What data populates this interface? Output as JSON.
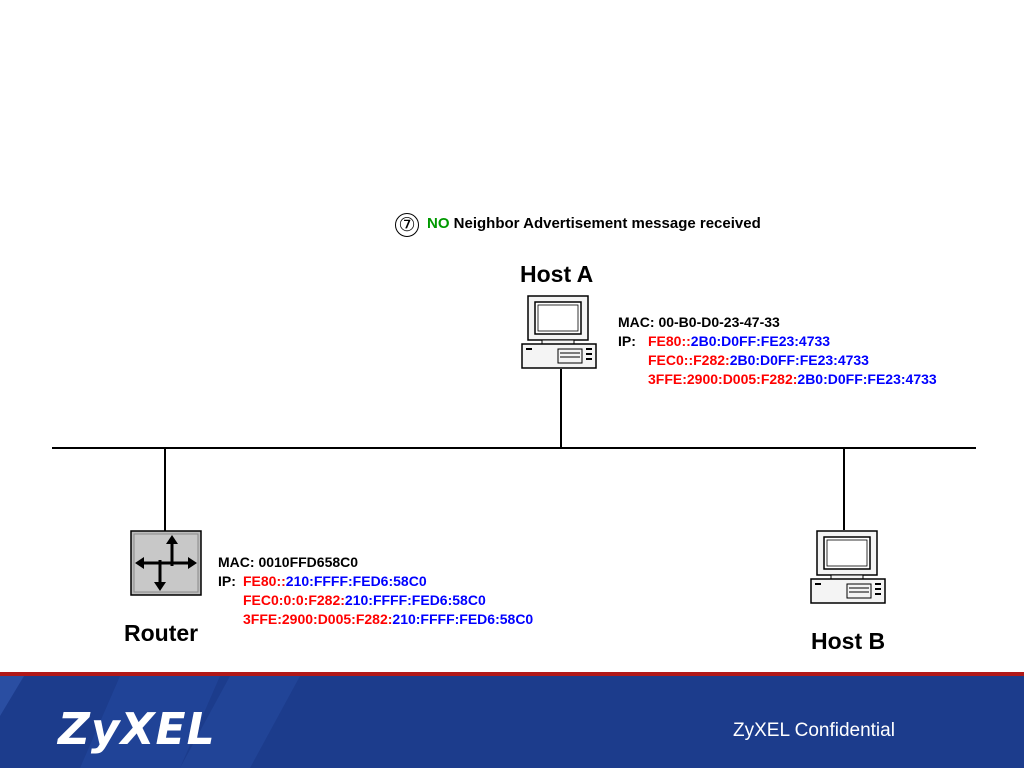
{
  "step": {
    "number_glyph": "⑦",
    "keyword": "NO",
    "text": "Neighbor Advertisement message received"
  },
  "host_a": {
    "name": "Host A",
    "mac_label": "MAC:",
    "mac": "00-B0-D0-23-47-33",
    "ip_label": "IP:",
    "ips": [
      {
        "prefix": "FE80::",
        "suffix": "2B0:D0FF:FE23:4733"
      },
      {
        "prefix": "FEC0::F282:",
        "suffix": "2B0:D0FF:FE23:4733"
      },
      {
        "prefix": "3FFE:2900:D005:F282:",
        "suffix": "2B0:D0FF:FE23:4733"
      }
    ]
  },
  "router": {
    "name": "Router",
    "mac_label": "MAC:",
    "mac": "0010FFD658C0",
    "ip_label": "IP:",
    "ips": [
      {
        "prefix": "FE80::",
        "suffix": "210:FFFF:FED6:58C0"
      },
      {
        "prefix": "FEC0:0:0:F282:",
        "suffix": "210:FFFF:FED6:58C0"
      },
      {
        "prefix": "3FFE:2900:D005:F282:",
        "suffix": "210:FFFF:FED6:58C0"
      }
    ]
  },
  "host_b": {
    "name": "Host B"
  },
  "footer": {
    "logo": "ZyXEL",
    "confidential": "ZyXEL Confidential"
  },
  "colors": {
    "prefix": "#ff0000",
    "suffix": "#0000ff",
    "keyword": "#009900",
    "footer_bg": "#1c3c8c",
    "footer_stripe": "#b01818"
  },
  "icons": {
    "host_a": "computer-icon",
    "host_b": "computer-icon",
    "router": "router-icon"
  }
}
